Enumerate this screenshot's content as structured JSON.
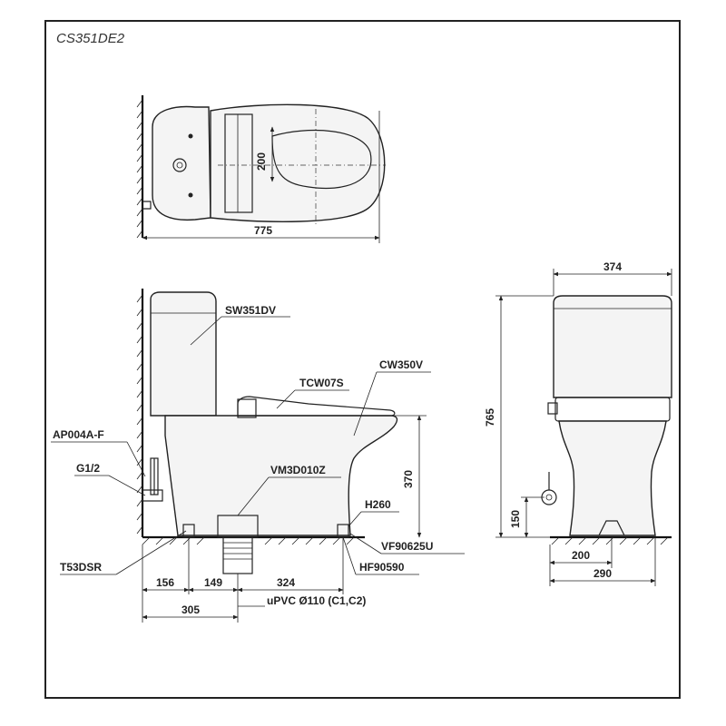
{
  "model": "CS351DE2",
  "top_view": {
    "dim_width": "775",
    "dim_seat": "200"
  },
  "side_view": {
    "labels": {
      "tank": "SW351DV",
      "seat": "TCW07S",
      "bowl": "CW350V",
      "valve": "AP004A-F",
      "inlet": "G1/2",
      "flange": "VM3D010Z",
      "height_code": "H260",
      "drain": "T53DSR",
      "fix_u": "VF90625U",
      "fix_hf": "HF90590",
      "pipe": "uPVC Ø110 (C1,C2)"
    },
    "dims": {
      "d156": "156",
      "d149": "149",
      "d324": "324",
      "d305": "305",
      "d370": "370"
    }
  },
  "front_view": {
    "dims": {
      "width": "374",
      "height": "765",
      "inlet_height": "150",
      "d200": "200",
      "d290": "290"
    }
  }
}
